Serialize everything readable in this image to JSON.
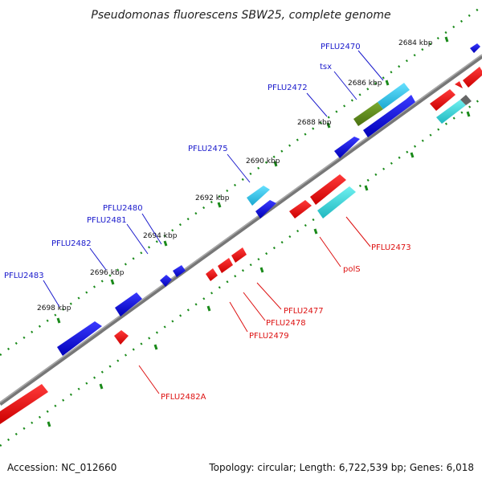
{
  "title": "Pseudomonas fluorescens SBW25, complete genome",
  "footer": {
    "accession": "Accession: NC_012660",
    "summary": "Topology: circular; Length: 6,722,539 bp; Genes: 6,018"
  },
  "ticks": [
    "2684 kbp",
    "2686 kbp",
    "2688 kbp",
    "2690 kbp",
    "2692 kbp",
    "2694 kbp",
    "2696 kbp",
    "2698 kbp"
  ],
  "forward_labels": [
    "PFLU2470",
    "tsx",
    "PFLU2472",
    "PFLU2475",
    "PFLU2480",
    "PFLU2481",
    "PFLU2482",
    "PFLU2483"
  ],
  "reverse_labels": [
    "PFLU2473",
    "polS",
    "PFLU2477",
    "PFLU2478",
    "PFLU2479",
    "PFLU2482A"
  ],
  "colors": {
    "backbone": "#808080",
    "forward": "#0000cc",
    "reverse": "#e00000",
    "cyan": "#33c0e0",
    "olive": "#5a8a1a",
    "tick": "#1a8a1a",
    "leader_top": "#1a1acc",
    "leader_bot": "#dd1111"
  }
}
